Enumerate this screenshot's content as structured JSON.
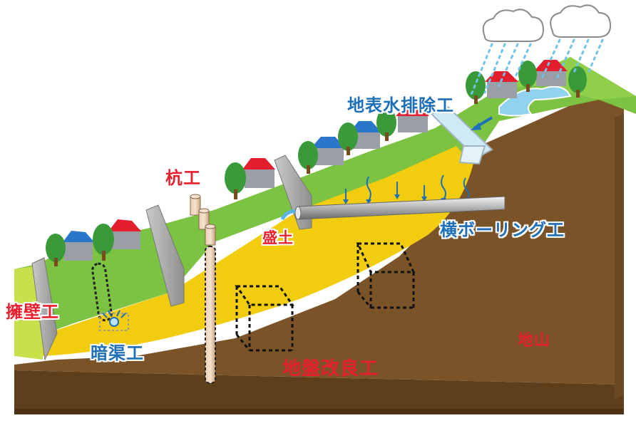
{
  "labels": {
    "retaining_wall": "擁壁工",
    "underdrain": "暗渠工",
    "pile_work": "杭工",
    "fill": "盛土",
    "surface_drainage": "地表水排除工",
    "horizontal_boring": "横ボーリング工",
    "ground_improvement": "地盤改良工",
    "bedrock": "地山"
  },
  "colors": {
    "label_red": "#e8202e",
    "label_blue": "#1d6fb8",
    "grass": "#7cc243",
    "fill_soil": "#f2cc0e",
    "bedrock": "#7a5428",
    "bedrock_dark": "#5e3f1c",
    "roof_red": "#e31f2d",
    "roof_blue": "#2a77c9",
    "water": "#8fd3ef"
  }
}
